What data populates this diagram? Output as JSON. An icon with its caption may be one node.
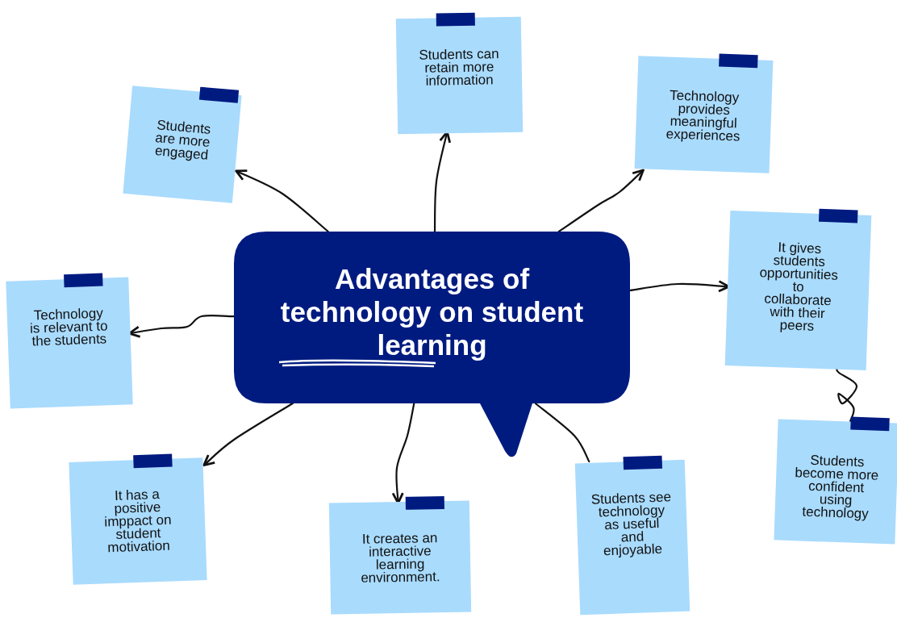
{
  "diagram": {
    "nodes": [
      {
        "text": [
          "Advantages of technology on student learning"
        ]
      },
      {
        "text": [
          "Students are more engaged"
        ]
      },
      {
        "text": [
          "Students can retain more information"
        ]
      },
      {
        "text": [
          "Technology provides meaningful experiences"
        ]
      },
      {
        "text": [
          "Technology is relevant to the students"
        ]
      },
      {
        "text": [
          "It gives students opportunities to collaborate with their peers"
        ]
      },
      {
        "text": [
          "It has a positive imppact on student motivation"
        ]
      },
      {
        "text": [
          "It creates an interactive learning environment."
        ]
      },
      {
        "text": [
          "Students see technology as useful and enjoyable"
        ]
      },
      {
        "text": [
          "Students become more confident using technology"
        ]
      }
    ],
    "edges": [
      {
        "from": 0,
        "to": 1,
        "arrow": "to"
      },
      {
        "from": 0,
        "to": 2,
        "arrow": "to"
      },
      {
        "from": 0,
        "to": 3,
        "arrow": "to"
      },
      {
        "from": 0,
        "to": 5,
        "arrow": "to"
      },
      {
        "from": 5,
        "to": 9,
        "arrow": "none"
      },
      {
        "from": 0,
        "to": 8,
        "arrow": "none"
      },
      {
        "from": 0,
        "to": 7,
        "arrow": "to"
      },
      {
        "from": 0,
        "to": 6,
        "arrow": "to"
      },
      {
        "from": 0,
        "to": 4,
        "arrow": "to"
      }
    ]
  }
}
